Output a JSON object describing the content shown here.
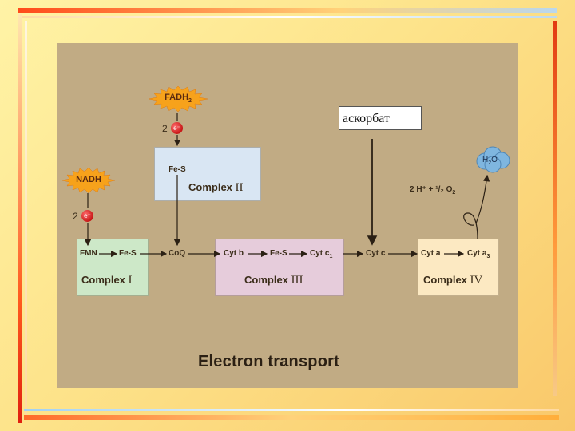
{
  "diagram": {
    "title": "Electron transport",
    "fadh2_label": "FADH",
    "fadh2_sub": "2",
    "nadh_label": "NADH",
    "two_e_1": "2",
    "two_e_2": "2",
    "e_symbol": "e⁻",
    "complex_ii": {
      "component": "Fe-S",
      "name": "Complex",
      "roman": "II"
    },
    "complex_i": {
      "fmn": "FMN",
      "fes": "Fe-S",
      "name": "Complex",
      "roman": "I"
    },
    "coq": "CoQ",
    "complex_iii": {
      "cyt_b": "Cyt b",
      "fes": "Fe-S",
      "cyt_c1": "Cyt c",
      "cyt_c1_sub": "1",
      "name": "Complex",
      "roman": "III"
    },
    "cyt_c": "Cyt c",
    "complex_iv": {
      "cyt_a": "Cyt a",
      "cyt_a3": "Cyt a",
      "cyt_a3_sub": "3",
      "name": "Complex",
      "roman": "IV"
    },
    "oxygen_reaction": "2 H⁺ + ¹/₂ O",
    "oxygen_sub": "2",
    "water": "H",
    "water_sub": "2",
    "water_o": "O",
    "ascorbate_label": "аскорбат"
  },
  "colors": {
    "panel": "#c1ab84",
    "complex_i": "#cde8c8",
    "complex_ii": "#d9e6f3",
    "complex_iii": "#e6ccdb",
    "complex_iv": "#fce9c2",
    "starburst": "#f7a21b",
    "electron": "#c81818",
    "water_cloud": "#7fb6df"
  }
}
